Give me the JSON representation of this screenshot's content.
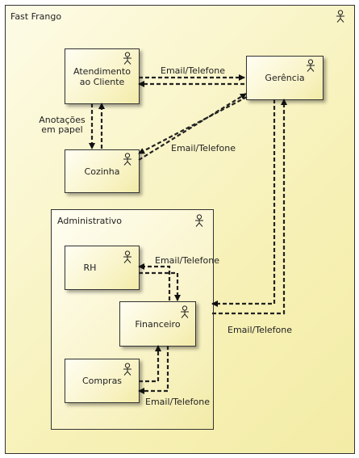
{
  "diagram": {
    "title": "Fast Frango",
    "nodes": {
      "atendimento": "Atendimento ao Cliente",
      "gerencia": "Gerência",
      "cozinha": "Cozinha",
      "administrativo": "Administrativo",
      "rh": "RH",
      "financeiro": "Financeiro",
      "compras": "Compras"
    },
    "edge_labels": {
      "atendimento_gerencia": "Email/Telefone",
      "anotacoes": "Anotações em papel",
      "gerencia_cozinha": "Email/Telefone",
      "rh_financeiro": "Email/Telefone",
      "gerencia_financeiro": "Email/Telefone",
      "compras_financeiro": "Email/Telefone"
    },
    "icons": {
      "actor": "actor-icon"
    }
  }
}
